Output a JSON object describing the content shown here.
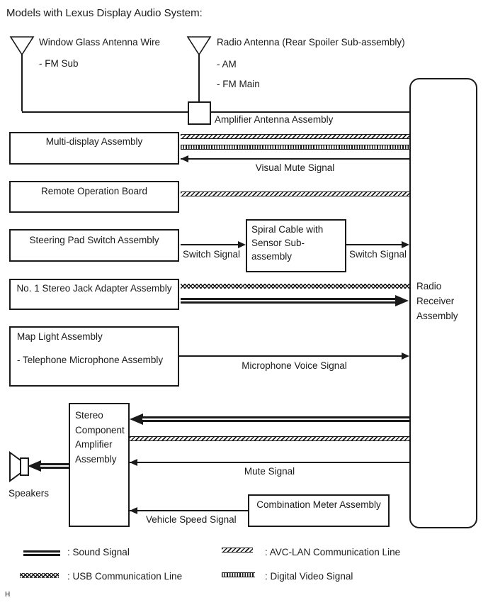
{
  "title": "Models with Lexus Display Audio System:",
  "antenna_left": {
    "name": "Window Glass Antenna Wire",
    "band1": "- FM Sub"
  },
  "antenna_right": {
    "name": "Radio Antenna (Rear Spoiler Sub-assembly)",
    "band1": "- AM",
    "band2": "- FM Main"
  },
  "components": {
    "amplifier_antenna": "Amplifier Antenna Assembly",
    "multi_display": "Multi-display Assembly",
    "remote_operation_board": "Remote Operation Board",
    "steering_pad_switch": "Steering Pad Switch Assembly",
    "spiral_cable": "Spiral Cable with Sensor Sub-assembly",
    "stereo_jack_adapter": "No. 1 Stereo Jack Adapter Assembly",
    "map_light": "Map Light Assembly",
    "map_light_sub": "- Telephone Microphone Assembly",
    "stereo_component_amplifier": "Stereo Component Amplifier Assembly",
    "combination_meter": "Combination Meter Assembly",
    "radio_receiver": "Radio Receiver Assembly",
    "speakers": "Speakers"
  },
  "signals": {
    "visual_mute": "Visual Mute Signal",
    "switch_left": "Switch Signal",
    "switch_right": "Switch Signal",
    "microphone_voice": "Microphone Voice Signal",
    "mute": "Mute Signal",
    "vehicle_speed": "Vehicle Speed Signal"
  },
  "legend": {
    "sound": ": Sound Signal",
    "usb": ": USB Communication Line",
    "avc_lan": ": AVC-LAN Communication Line",
    "digital_video": ": Digital Video Signal"
  },
  "footnote": "H",
  "colors": {
    "ink": "#1a1a1a",
    "background": "#ffffff"
  }
}
